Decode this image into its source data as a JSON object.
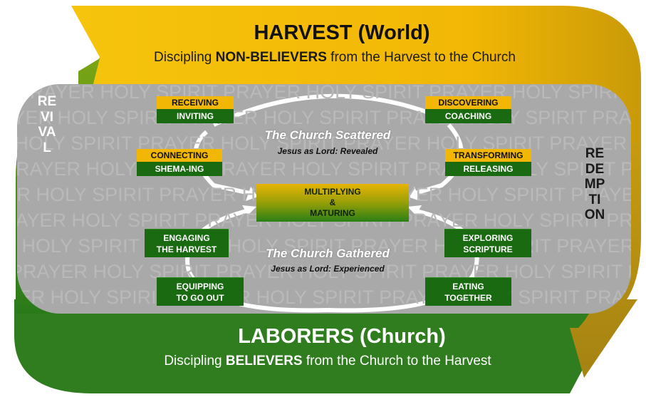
{
  "harvest": {
    "title": "HARVEST (World)",
    "subtitle_pre": "Discipling ",
    "subtitle_bold": "NON-BELIEVERS",
    "subtitle_post": " from the Harvest to the Church"
  },
  "laborers": {
    "title": "LABORERS (Church)",
    "subtitle_pre": "Discipling ",
    "subtitle_bold": "BELIEVERS",
    "subtitle_post": " from the Church to the Harvest"
  },
  "side": {
    "revival": "REVIVAL",
    "redemption": "REDEMPTION"
  },
  "watermark": {
    "text": "PRAYER HOLY SPIRIT "
  },
  "scattered": {
    "title": "The Church Scattered",
    "subtitle": "Jesus as Lord: Revealed"
  },
  "gathered": {
    "title": "The Church Gathered",
    "subtitle": "Jesus as Lord: Experienced"
  },
  "boxes": {
    "receiving": {
      "top": "RECEIVING",
      "bottom": "INVITING"
    },
    "discovering": {
      "top": "DISCOVERING",
      "bottom": "COACHING"
    },
    "connecting": {
      "top": "CONNECTING",
      "bottom": "SHEMA-ING"
    },
    "transforming": {
      "top": "TRANSFORMING",
      "bottom": "RELEASING"
    },
    "engaging": {
      "line1": "ENGAGING",
      "line2": "THE HARVEST"
    },
    "exploring": {
      "line1": "EXPLORING",
      "line2": "SCRIPTURE"
    },
    "equipping": {
      "line1": "EQUIPPING",
      "line2": "TO GO OUT"
    },
    "eating": {
      "line1": "EATING",
      "line2": "TOGETHER"
    }
  },
  "center": {
    "line1": "MULTIPLYING",
    "line2": "&",
    "line3": "MATURING"
  },
  "colors": {
    "gold": "#f2b705",
    "green": "#1a6a12",
    "band_green": "#2f7d1e",
    "gray": "#a9a9a9"
  }
}
